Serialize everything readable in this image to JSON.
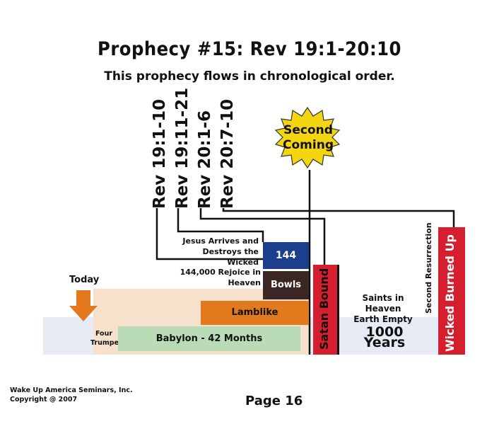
{
  "title": "Prophecy #15:  Rev 19:1-20:10",
  "subtitle": "This prophecy flows in chronological order.",
  "references": [
    "Rev 19:1-10",
    "Rev 19:11-21",
    "Rev 20:1-6",
    "Rev 20:7-10"
  ],
  "second_coming": {
    "line1": "Second",
    "line2": "Coming"
  },
  "labels": {
    "jesus_line1": "Jesus Arrives and",
    "jesus_line2": "Destroys the Wicked",
    "rejoice": "144,000 Rejoice in Heaven",
    "today": "Today",
    "four_trumpets_line1": "Four",
    "four_trumpets_line2": "Trumpets",
    "saints_line1": "Saints in Heaven",
    "saints_line2": "Earth Empty",
    "second_resurrection": "Second Resurrection"
  },
  "boxes": {
    "b144": "144",
    "bowls": "Bowls",
    "lamblike": "Lamblike",
    "babylon": "Babylon - 42 Months",
    "satan": "Satan Bound",
    "years": "1000 Years",
    "wicked": "Wicked Burned Up"
  },
  "colors": {
    "blue": "#1c3e8c",
    "dark_brown": "#3b2626",
    "orange": "#e2791d",
    "green": "#b9dbb6",
    "peach": "#f7e1cc",
    "light_blue": "#e7ebf6",
    "red": "#d61f2e",
    "star": "#f4d511"
  },
  "footer": {
    "line1": "Wake Up America Seminars, Inc.",
    "line2": "Copyright @ 2007"
  },
  "page": "Page 16"
}
